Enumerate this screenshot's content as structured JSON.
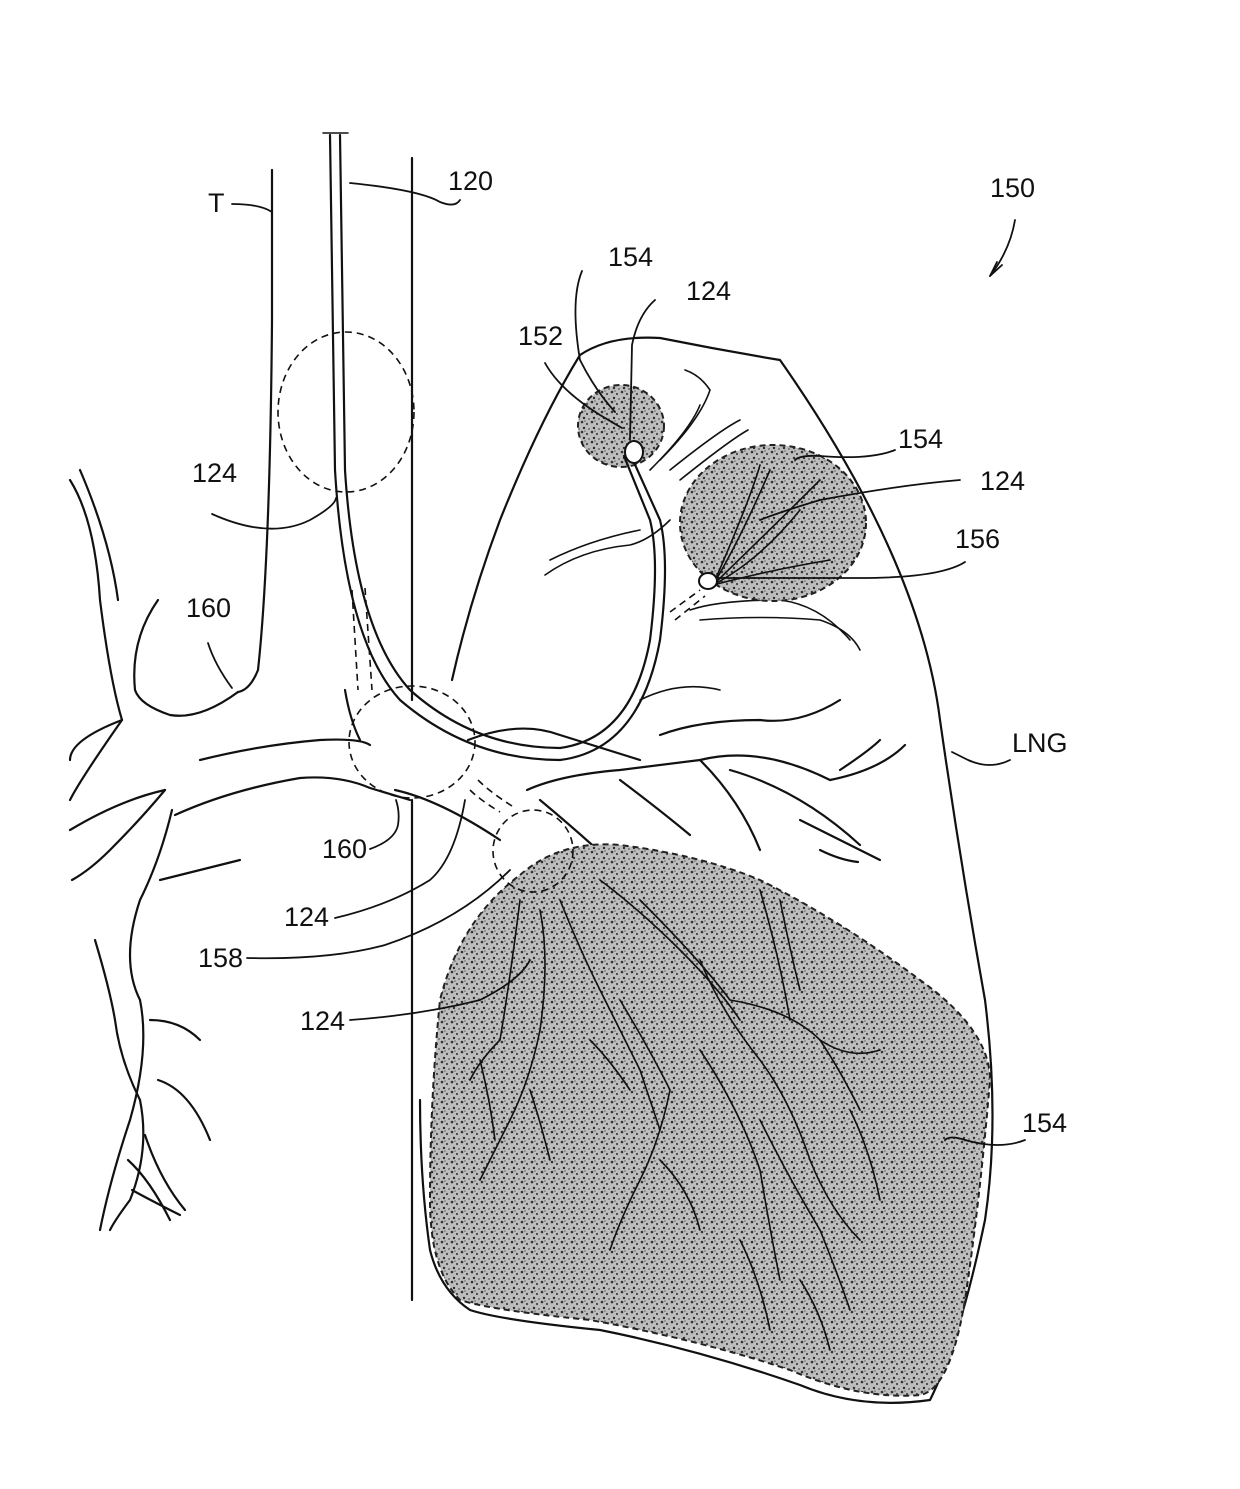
{
  "figure": {
    "ref_assembly": "150",
    "labels": {
      "trachea": "T",
      "catheter": "120",
      "balloon_left": "124",
      "balloon_upper_top": "124",
      "balloon_right": "124",
      "balloon_lower_1": "124",
      "balloon_lower_2": "124",
      "region_top": "154",
      "region_right": "154",
      "region_lower": "154",
      "tip": "152",
      "node_156": "156",
      "node_158": "158",
      "airway_upper": "160",
      "airway_lower": "160",
      "lung": "LNG"
    },
    "colors": {
      "line": "#111111",
      "stipple": "#555555",
      "background": "#ffffff"
    }
  }
}
